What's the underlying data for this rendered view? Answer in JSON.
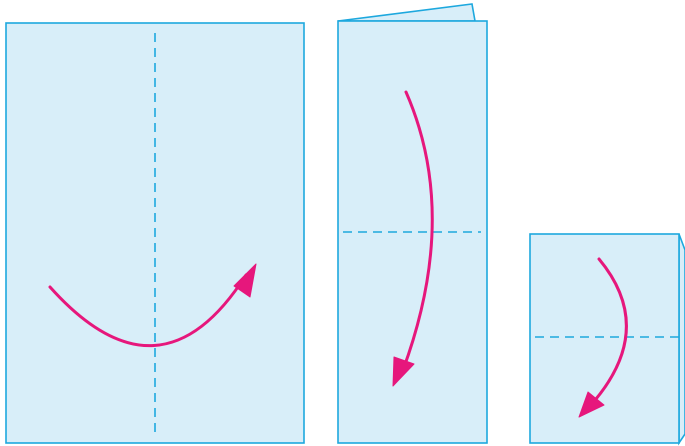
{
  "colors": {
    "paper_fill": "#d8eef9",
    "paper_stroke": "#1da8de",
    "fold_line": "#1da8de",
    "arrow": "#e6177c",
    "background": "#ffffff"
  },
  "steps": [
    {
      "id": "step-1",
      "paper": "full-sheet",
      "fold_line": "vertical-center",
      "arrow": "curved-fold-left-to-right"
    },
    {
      "id": "step-2",
      "paper": "half-sheet",
      "fold_line": "horizontal-center",
      "arrow": "curved-fold-top-to-bottom"
    },
    {
      "id": "step-3",
      "paper": "quarter-sheet",
      "fold_line": "horizontal-center",
      "arrow": "curved-fold-top-to-bottom"
    }
  ]
}
